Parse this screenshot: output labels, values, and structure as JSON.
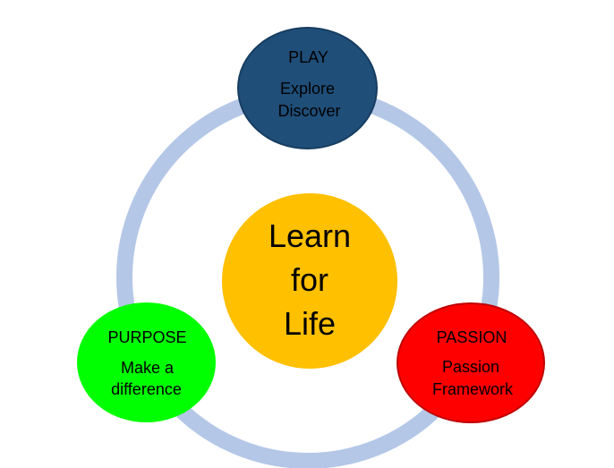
{
  "diagram": {
    "center": {
      "lines": [
        "Learn",
        "for",
        "Life"
      ],
      "color": "#ffc000"
    },
    "play": {
      "title": "PLAY",
      "lines": [
        "Explore",
        "Discover"
      ],
      "color": "#1f4e79"
    },
    "purpose": {
      "title": "PURPOSE",
      "lines": [
        "Make a",
        "difference"
      ],
      "color": "#00ff00"
    },
    "passion": {
      "title": "PASSION",
      "lines": [
        "Passion",
        "Framework"
      ],
      "color": "#ff0000"
    },
    "ring_color": "#b4c7e7"
  }
}
